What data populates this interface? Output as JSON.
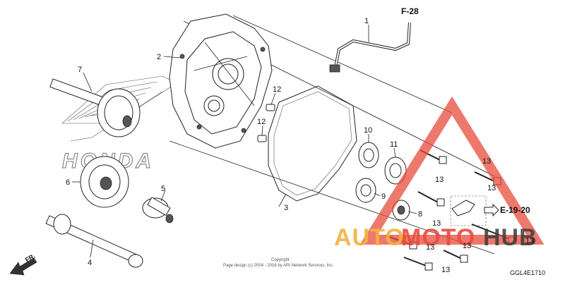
{
  "diagram": {
    "callouts": {
      "p1": "1",
      "p2": "2",
      "p3": "3",
      "p4": "4",
      "p5": "5",
      "p6": "6",
      "p7": "7",
      "p8": "8",
      "p9": "9",
      "p10": "10",
      "p11": "11",
      "p12a": "12",
      "p12b": "12",
      "p13a": "13",
      "p13b": "13",
      "p13c": "13",
      "p13d": "13",
      "p13e": "13",
      "p13f": "13",
      "p13g": "13",
      "p13h": "13"
    },
    "refs": {
      "top": "F-28",
      "right": "E-19-20"
    },
    "direction_label": "FR.",
    "part_code": "GGL4E1710",
    "copyright_title": "Copyright",
    "copyright_text": "Page design (c) 2004 - 2016 by ARI Network Services, Inc.",
    "brand_watermark": "HONDA",
    "watermark": {
      "part1": "AUTO",
      "part2": "MOTO",
      "part3": "HUB"
    }
  },
  "colors": {
    "watermark_orange": "#f5b041",
    "watermark_red": "#e74c3c",
    "watermark_dark": "#3b3b3b",
    "line": "#222222"
  }
}
